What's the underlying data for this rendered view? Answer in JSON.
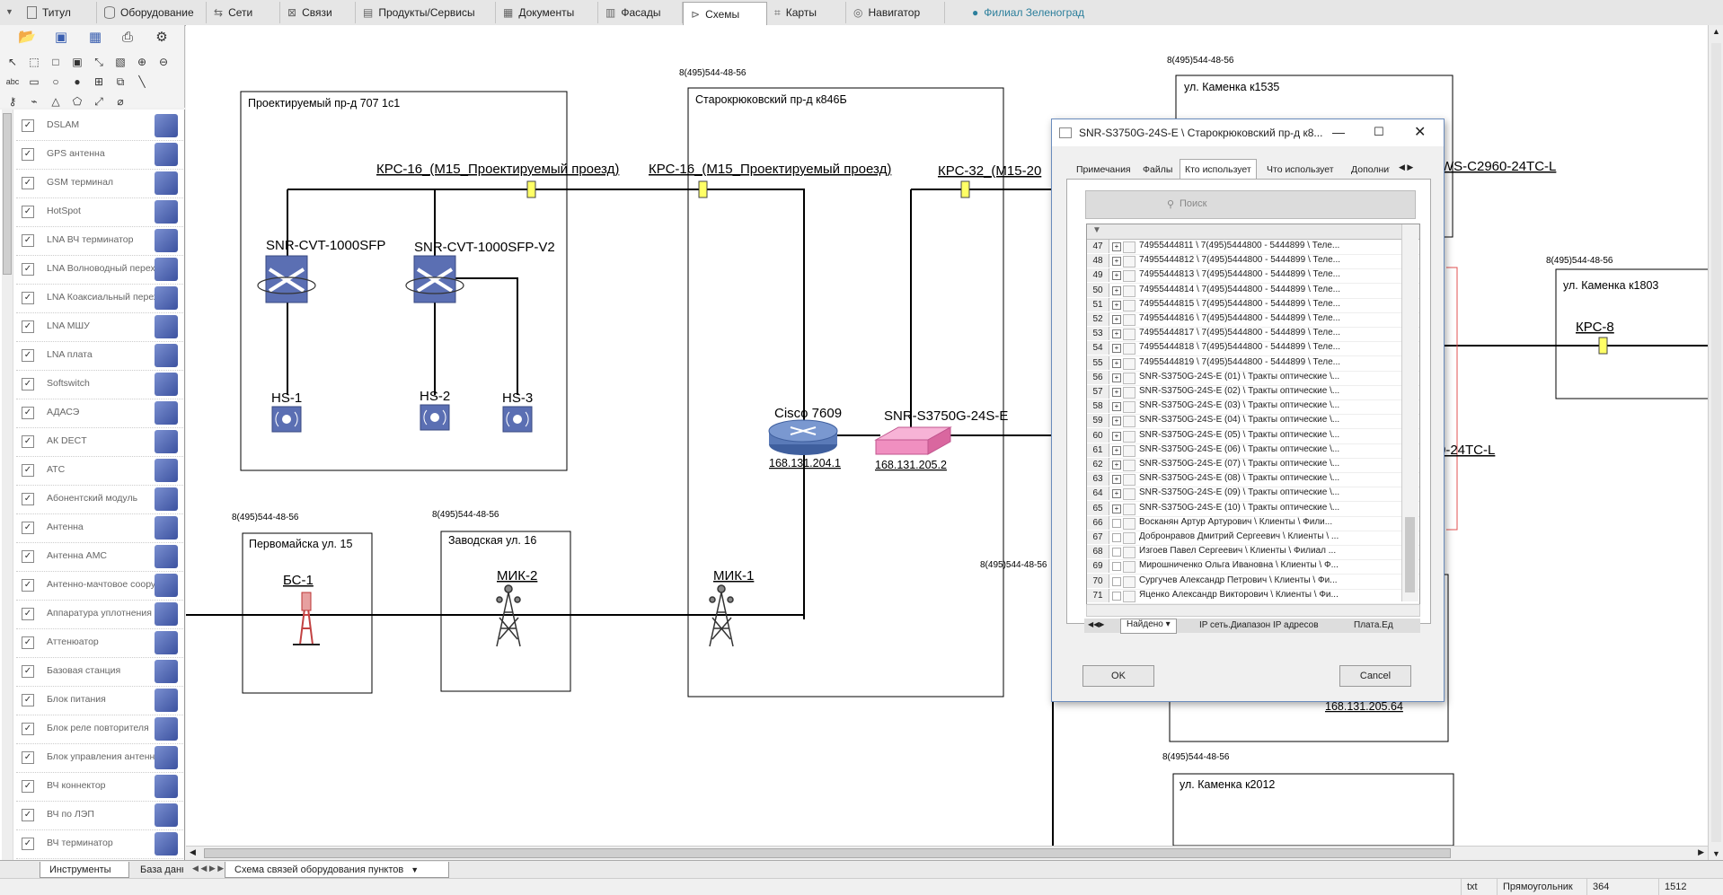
{
  "tabs": [
    {
      "label": "Титул",
      "icon": "document-icon"
    },
    {
      "label": "Оборудование",
      "icon": "database-icon"
    },
    {
      "label": "Сети",
      "icon": "network-icon"
    },
    {
      "label": "Связи",
      "icon": "links-icon"
    },
    {
      "label": "Продукты/Сервисы",
      "icon": "products-icon"
    },
    {
      "label": "Документы",
      "icon": "documents-icon"
    },
    {
      "label": "Фасады",
      "icon": "facade-icon"
    },
    {
      "label": "Схемы",
      "icon": "scheme-icon"
    },
    {
      "label": "Карты",
      "icon": "map-icon"
    },
    {
      "label": "Навигатор",
      "icon": "navigator-icon"
    },
    {
      "label": "Филиал Зеленоград",
      "icon": "globe-icon"
    }
  ],
  "library": [
    {
      "label": "DSLAM",
      "icon": "dslam-icon"
    },
    {
      "label": "GPS антенна",
      "icon": "gps-antenna-icon"
    },
    {
      "label": "GSM терминал",
      "icon": "gsm-terminal-icon"
    },
    {
      "label": "HotSpot",
      "icon": "hotspot-icon"
    },
    {
      "label": "LNA ВЧ терминатор",
      "icon": "terminator-icon"
    },
    {
      "label": "LNA Волноводный переход",
      "icon": "waveguide-icon"
    },
    {
      "label": "LNA Коаксиальный переход",
      "icon": "coax-icon"
    },
    {
      "label": "LNA МШУ",
      "icon": "lna-amplifier-icon"
    },
    {
      "label": "LNA плата",
      "icon": "board-icon"
    },
    {
      "label": "Softswitch",
      "icon": "softswitch-icon"
    },
    {
      "label": "АДАСЭ",
      "icon": "adase-icon"
    },
    {
      "label": "АК DECT",
      "icon": "dect-icon"
    },
    {
      "label": "АТС",
      "icon": "ats-icon"
    },
    {
      "label": "Абонентский модуль",
      "icon": "subscriber-module-icon"
    },
    {
      "label": "Антенна",
      "icon": "antenna-dish-icon"
    },
    {
      "label": "Антенна АМС",
      "icon": "ams-antenna-icon"
    },
    {
      "label": "Антенно-мачтовое сооружение",
      "icon": "mast-icon"
    },
    {
      "label": "Аппаратура уплотнения",
      "icon": "multiplexer-icon"
    },
    {
      "label": "Аттенюатор",
      "icon": "attenuator-icon"
    },
    {
      "label": "Базовая станция",
      "icon": "base-station-icon"
    },
    {
      "label": "Блок питания",
      "icon": "power-supply-icon"
    },
    {
      "label": "Блок реле повторителя",
      "icon": "relay-icon"
    },
    {
      "label": "Блок управления антенной",
      "icon": "antenna-control-icon"
    },
    {
      "label": "ВЧ коннектор",
      "icon": "rf-connector-icon"
    },
    {
      "label": "ВЧ по ЛЭП",
      "icon": "powerline-icon"
    },
    {
      "label": "ВЧ терминатор",
      "icon": "rf-terminator-icon"
    }
  ],
  "bottom_tabs": {
    "tools": "Инструменты",
    "db": "База данных",
    "scheme": "Схема связей оборудования пунктов"
  },
  "status": {
    "format": "txt",
    "shape": "Прямоугольник",
    "x": "364",
    "y": "1512"
  },
  "diagram": {
    "boxes": [
      {
        "title": "Проектируемый пр-д 707 1с1"
      },
      {
        "title": "Старокрюковский пр-д к846Б",
        "phone": "8(495)544-48-56"
      },
      {
        "title": "ул. Каменка к1535",
        "phone": "8(495)544-48-56"
      },
      {
        "title": "ул. Каменка к1803",
        "phone": "8(495)544-48-56"
      },
      {
        "title": "Первомайска ул. 15",
        "phone": "8(495)544-48-56"
      },
      {
        "title": "Заводская ул. 16",
        "phone": "8(495)544-48-56"
      },
      {
        "title": "ул. Каменка к2012",
        "phone": "8(495)544-48-56"
      },
      {
        "phone": "8(495)544-48-56"
      }
    ],
    "links": [
      "КРС-16_(М15_Проектируемый проезд)",
      "КРС-16_(М15_Проектируемый проезд)",
      "КРС-32_(М15-20",
      "КРС-8"
    ],
    "devices": {
      "cvt1": "SNR-CVT-1000SFP",
      "cvt2": "SNR-CVT-1000SFP-V2",
      "hs1": "HS-1",
      "hs2": "HS-2",
      "hs3": "HS-3",
      "cisco": "Cisco 7609",
      "cisco_ip": "168.131.204.1",
      "snr": "SNR-S3750G-24S-E",
      "snr_ip": "168.131.205.2",
      "bs1": "БС-1",
      "mik2": "МИК-2",
      "mik1": "МИК-1",
      "ws1": "WS-C2960-24TC-L",
      "ws2": "0-24TC-L",
      "ip3": "168.131.205.64"
    }
  },
  "dialog": {
    "title": "SNR-S3750G-24S-E \\ Старокрюковский пр-д к8...",
    "tabs": [
      "Примечания",
      "Файлы",
      "Кто использует",
      "Что использует",
      "Дополнит"
    ],
    "search_placeholder": "Поиск",
    "rows": [
      {
        "n": "47",
        "t": "74955444811 \\ 7(495)5444800 - 5444899 \\ Теле..."
      },
      {
        "n": "48",
        "t": "74955444812 \\ 7(495)5444800 - 5444899 \\ Теле..."
      },
      {
        "n": "49",
        "t": "74955444813 \\ 7(495)5444800 - 5444899 \\ Теле..."
      },
      {
        "n": "50",
        "t": "74955444814 \\ 7(495)5444800 - 5444899 \\ Теле..."
      },
      {
        "n": "51",
        "t": "74955444815 \\ 7(495)5444800 - 5444899 \\ Теле..."
      },
      {
        "n": "52",
        "t": "74955444816 \\ 7(495)5444800 - 5444899 \\ Теле..."
      },
      {
        "n": "53",
        "t": "74955444817 \\ 7(495)5444800 - 5444899 \\ Теле..."
      },
      {
        "n": "54",
        "t": "74955444818 \\ 7(495)5444800 - 5444899 \\ Теле..."
      },
      {
        "n": "55",
        "t": "74955444819 \\ 7(495)5444800 - 5444899 \\ Теле..."
      },
      {
        "n": "56",
        "t": "SNR-S3750G-24S-E (01) \\ Тракты оптические \\..."
      },
      {
        "n": "57",
        "t": "SNR-S3750G-24S-E (02) \\ Тракты оптические \\..."
      },
      {
        "n": "58",
        "t": "SNR-S3750G-24S-E (03) \\ Тракты оптические \\..."
      },
      {
        "n": "59",
        "t": "SNR-S3750G-24S-E (04) \\ Тракты оптические \\..."
      },
      {
        "n": "60",
        "t": "SNR-S3750G-24S-E (05) \\ Тракты оптические \\..."
      },
      {
        "n": "61",
        "t": "SNR-S3750G-24S-E (06) \\ Тракты оптические \\..."
      },
      {
        "n": "62",
        "t": "SNR-S3750G-24S-E (07) \\ Тракты оптические \\..."
      },
      {
        "n": "63",
        "t": "SNR-S3750G-24S-E (08) \\ Тракты оптические \\..."
      },
      {
        "n": "64",
        "t": "SNR-S3750G-24S-E (09) \\ Тракты оптические \\..."
      },
      {
        "n": "65",
        "t": "SNR-S3750G-24S-E (10) \\ Тракты оптические \\..."
      },
      {
        "n": "66",
        "t": "Восканян Артур Артурович \\ Клиенты \\ Фили..."
      },
      {
        "n": "67",
        "t": "Добронравов Дмитрий Сергеевич \\ Клиенты \\ ..."
      },
      {
        "n": "68",
        "t": "Изгоев Павел Сергеевич \\ Клиенты \\ Филиал ..."
      },
      {
        "n": "69",
        "t": "Мирошниченко Ольга Ивановна \\ Клиенты \\ Ф..."
      },
      {
        "n": "70",
        "t": "Сургучев Александр Петрович \\ Клиенты \\ Фи..."
      },
      {
        "n": "71",
        "t": "Яценко Александр Викторович \\ Клиенты \\ Фи..."
      }
    ],
    "sheet_tabs": [
      "Найдено",
      "IP сеть.Диапазон IP адресов",
      "Плата.Ед"
    ],
    "ok": "OK",
    "cancel": "Cancel"
  },
  "colors": {
    "device_blue": "#5b6fb3",
    "switch_pink": "#f08fc0",
    "cisco_blue": "#5a7ab8",
    "link_yellow": "#ffff66"
  }
}
